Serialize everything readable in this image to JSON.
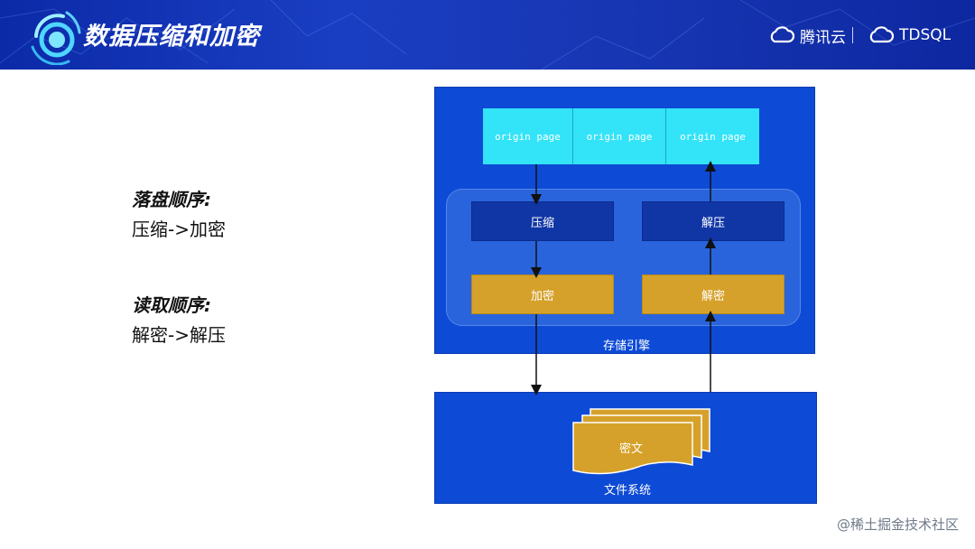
{
  "header": {
    "title": "数据压缩和加密",
    "brand_tencent": "腾讯云",
    "brand_tdsql": "TDSQL"
  },
  "left": {
    "write_heading": "落盘顺序:",
    "write_order": "压缩->加密",
    "read_heading": "读取顺序:",
    "read_order": "解密->解压"
  },
  "diagram": {
    "origin_pages": [
      "origin page",
      "origin page",
      "origin page"
    ],
    "compress": "压缩",
    "decompress": "解压",
    "encrypt": "加密",
    "decrypt": "解密",
    "engine_label": "存储引擎",
    "cipher_label": "密文",
    "fs_label": "文件系统"
  },
  "watermark": "@稀土掘金技术社区",
  "colors": {
    "header_blue": "#1634b0",
    "engine_blue": "#0d4ad6",
    "origin_cyan": "#33e3f7",
    "dark_box": "#1036a6",
    "gold_box": "#d6a12a"
  }
}
